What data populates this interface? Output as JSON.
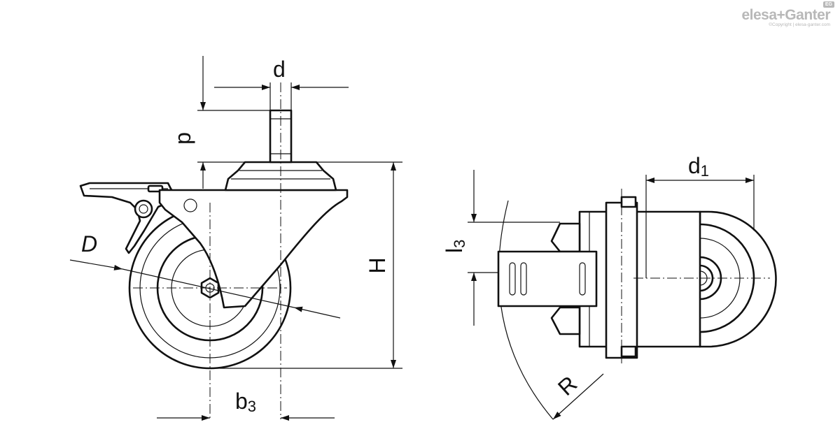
{
  "logo": {
    "name": "elesa+Ganter",
    "badge": "EG",
    "copyright": "©Copyright | elesa-ganter.com"
  },
  "dimensions": {
    "d": "d",
    "p": "p",
    "H": "H",
    "D": "D",
    "b3_main": "b",
    "b3_sub": "3",
    "d1_main": "d",
    "d1_sub": "1",
    "l3_main": "l",
    "l3_sub": "3",
    "R": "R"
  }
}
